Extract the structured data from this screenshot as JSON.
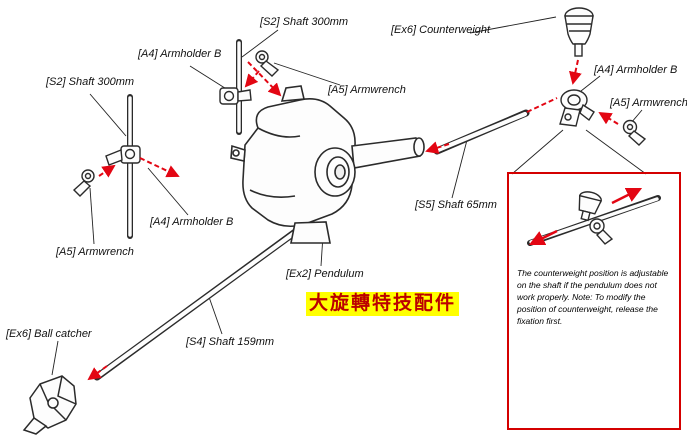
{
  "title": "大旋轉特技配件",
  "labels": {
    "s2_top": "[S2] Shaft 300mm",
    "a4_top": "[A4] Armholder B",
    "s2_left": "[S2] Shaft 300mm",
    "a5_top": "[A5] Armwrench",
    "ex6_counterweight": "[Ex6] Counterweight",
    "a4_right": "[A4] Armholder B",
    "a5_right": "[A5] Armwrench",
    "a4_mid": "[A4] Armholder B",
    "a5_left": "[A5] Armwrench",
    "s5": "[S5] Shaft 65mm",
    "ex2": "[Ex2] Pendulum",
    "s4": "[S4] Shaft 159mm",
    "ex6_ball_catcher": "[Ex6] Ball catcher"
  },
  "note_box": {
    "text": "The counterweight position is adjustable on the shaft if the pendulum does not work properly. Note: To modify the position of counterweight, release the fixation first."
  },
  "colors": {
    "arrow_red": "#e30613",
    "note_border": "#d40000",
    "title_text": "#bb0000",
    "title_highlight": "#ffff00",
    "line_art": "#2b2b2b"
  }
}
